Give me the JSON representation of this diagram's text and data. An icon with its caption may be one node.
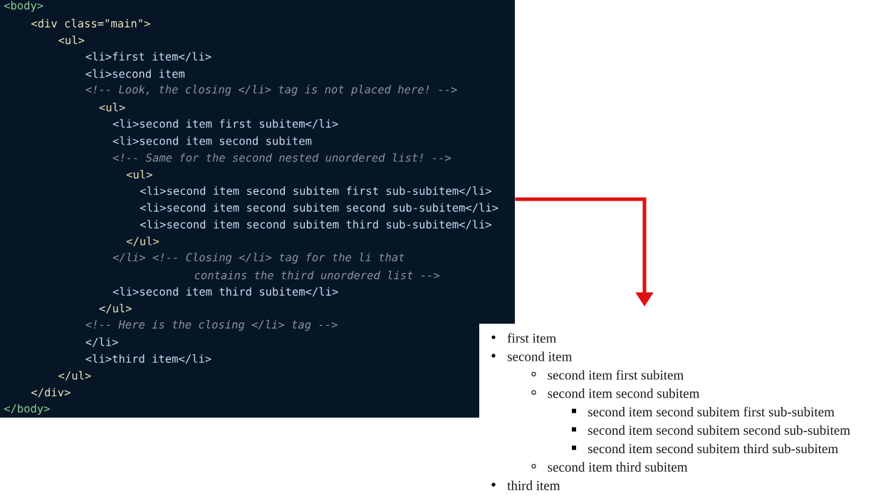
{
  "diagram": {
    "nodes": [
      {
        "text": [
          "<body>",
          "<div class=\"main\">",
          "<ul>",
          "<li>first item</li>",
          "<li>second item",
          "<!-- Look, the closing </li> tag is not placed here! -->",
          "<ul>",
          "<li>second item first subitem</li>",
          "<li>second item second subitem",
          "<!-- Same for the second nested unordered list! -->",
          "<ul>",
          "<li>second item second subitem first sub-subitem</li>",
          "<li>second item second subitem second sub-subitem</li>",
          "<li>second item second subitem third sub-subitem</li>",
          "</ul>",
          "</li> <!-- Closing </li> tag for the li that",
          "contains the third unordered list -->",
          "<li>second item third subitem</li>",
          "</ul>",
          "<!-- Here is the closing </li> tag -->",
          "</li>",
          "<li>third item</li>",
          "</ul>",
          "</div>",
          "</body>"
        ]
      },
      {
        "text": [
          "first item",
          "second item",
          "second item first subitem",
          "second item second subitem",
          "second item second subitem first sub-subitem",
          "second item second subitem second sub-subitem",
          "second item second subitem third sub-subitem",
          "second item third subitem",
          "third item"
        ]
      }
    ],
    "edges": [
      {
        "from": 0,
        "to": 1,
        "arrow": "to",
        "color": "#e01010"
      }
    ]
  }
}
